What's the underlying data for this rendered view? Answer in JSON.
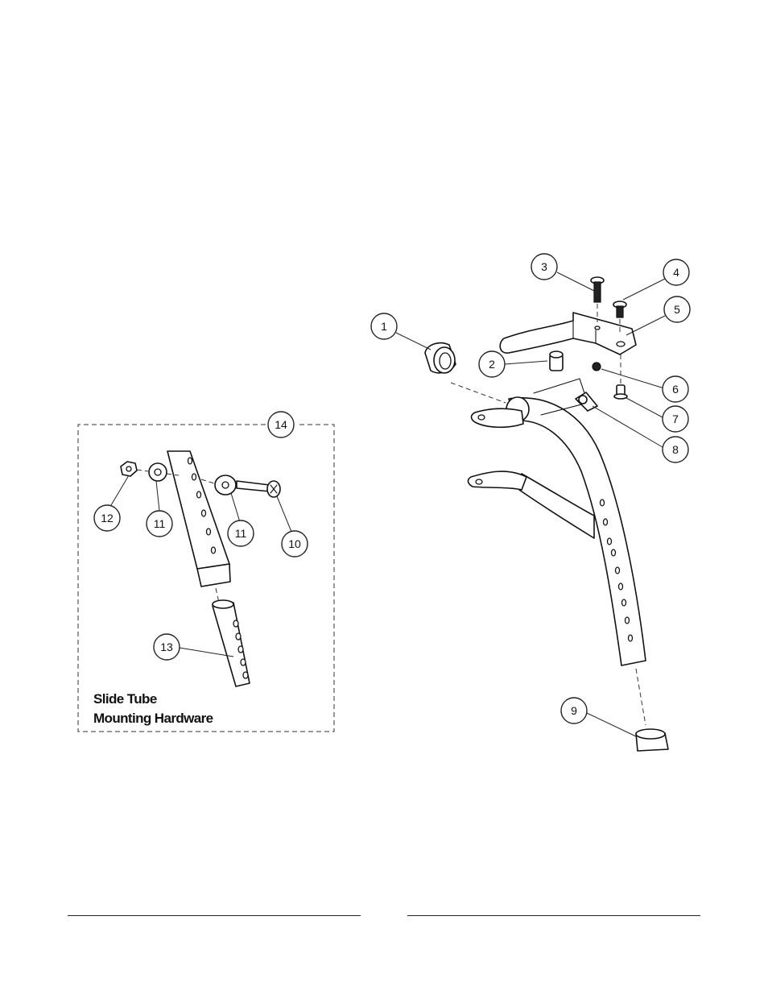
{
  "inset": {
    "caption_line1": "Slide Tube",
    "caption_line2": "Mounting Hardware"
  },
  "callouts": {
    "c1": "1",
    "c2": "2",
    "c3": "3",
    "c4": "4",
    "c5": "5",
    "c6": "6",
    "c7": "7",
    "c8": "8",
    "c9": "9",
    "c10": "10",
    "c11a": "11",
    "c11b": "11",
    "c12": "12",
    "c13": "13",
    "c14": "14"
  }
}
